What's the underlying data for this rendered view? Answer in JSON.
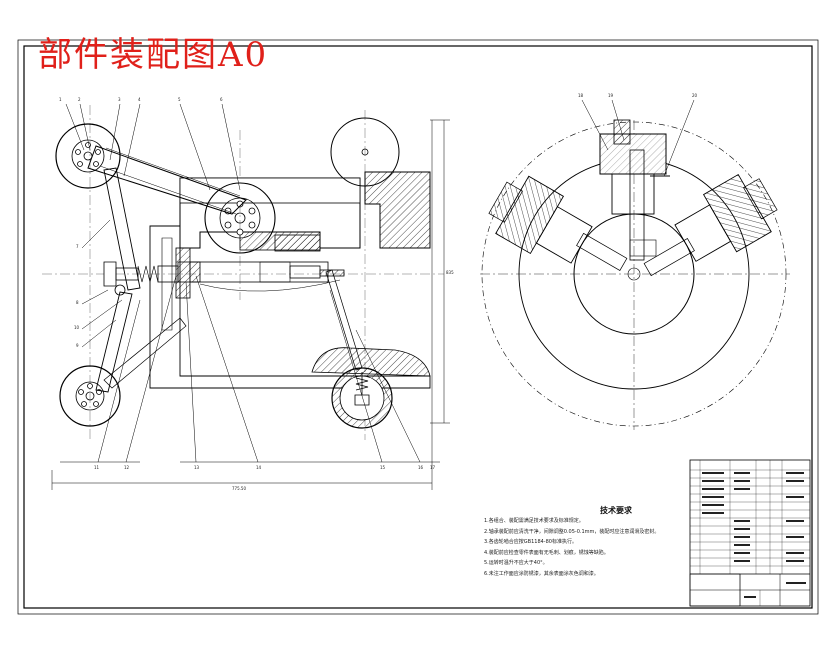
{
  "title": "部件装配图A0",
  "tech_requirements": {
    "heading": "技术要求",
    "items": [
      "1.各组合、装配需满足技术要求及标准规定。",
      "2.轴承装配前应清洗干净，间隙调整0.05-0.1mm，装配时应注意润滑及密封。",
      "3.各齿轮啮合应按GB1184-80标准执行。",
      "4.装配前应检查零件表面有无毛刺、划痕，锈蚀等缺陷。",
      "5.运转时温升不应大于40°。",
      "6.未注工作面应涂防锈漆，其余表面涂灰色调和漆。"
    ]
  },
  "leaders": {
    "left_top": [
      "1",
      "2",
      "3",
      "4",
      "5",
      "6"
    ],
    "left_side": [
      "7",
      "8",
      "10",
      "9"
    ],
    "left_bottom": [
      "11",
      "12",
      "13",
      "14",
      "15",
      "16",
      "17"
    ],
    "right_top": [
      "18",
      "19",
      "20"
    ]
  },
  "dimensions": {
    "width": "775.50",
    "height": "835"
  }
}
